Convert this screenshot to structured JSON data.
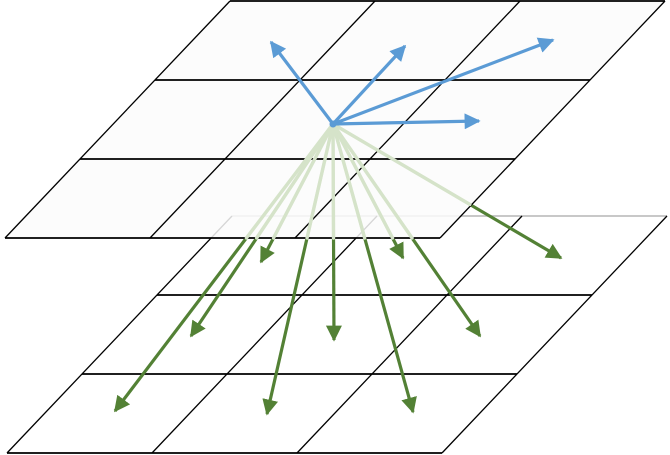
{
  "diagram": {
    "description_free": true,
    "grids": [
      {
        "id": "top",
        "rows": 3,
        "cols": 3
      },
      {
        "id": "bottom",
        "rows": 3,
        "cols": 3
      }
    ],
    "colors": {
      "grid_line": "#000000",
      "cell_fill": "#fbfbfb",
      "occluded_line": "#c0c0c0",
      "blue_arrow": "#5b9bd5",
      "green_arrow": "#538135",
      "green_faded": "#d5e3c9",
      "origin_dot": "#5b9bd5"
    },
    "arrow_sets": [
      {
        "id": "blue",
        "count": 4
      },
      {
        "id": "green",
        "count": 8
      }
    ]
  }
}
